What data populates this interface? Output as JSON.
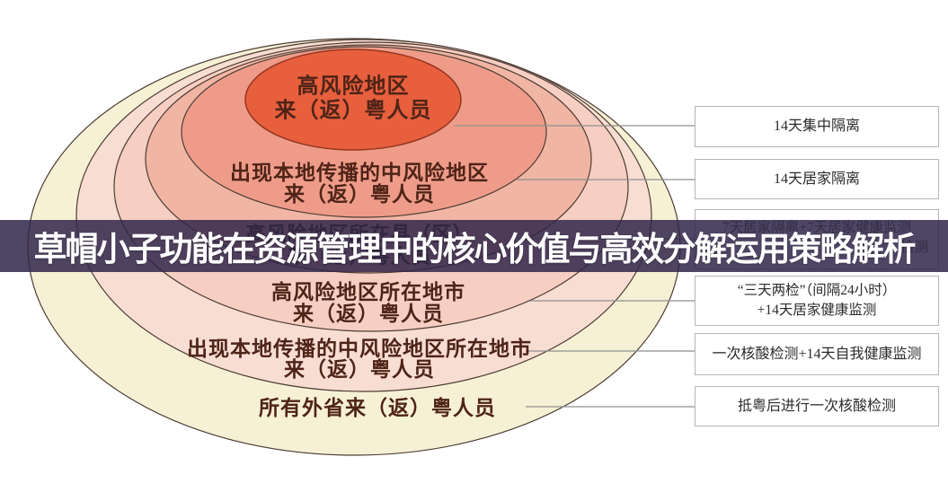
{
  "banner": {
    "text": "草帽小子功能在资源管理中的核心价值与高效分解运用策略解析"
  },
  "rings": [
    {
      "line1": "高风险地区",
      "line2": "来（返）粤人员",
      "fill": "#e75f3d"
    },
    {
      "line1": "出现本地传播的中风险地区",
      "line2": "来（返）粤人员",
      "fill": "#ee9c89"
    },
    {
      "line1": "高风险地区所在县（区）",
      "line2": "来（返）粤人员",
      "fill": "#f1b5a4"
    },
    {
      "line1": "高风险地区所在地市",
      "line2": "来（返）粤人员",
      "fill": "#f6cfc2"
    },
    {
      "line1": "出现本地传播的中风险地区所在地市",
      "line2": "来（返）粤人员",
      "fill": "#f8ddd2"
    },
    {
      "line1": "所有外省来（返）粤人员",
      "fill": "#f6f1d5"
    }
  ],
  "measures": [
    {
      "line1": "14天集中隔离"
    },
    {
      "line1": "14天居家隔离"
    },
    {
      "line1": "7天居家隔离+7天居家健康监测",
      "line2": "检测"
    },
    {
      "line1": "“三天两检”（间隔24小时）",
      "line2": "+14天居家健康监测"
    },
    {
      "line1": "一次核酸检测+14天自我健康监测"
    },
    {
      "line1": "抵粤后进行一次核酸检测"
    }
  ],
  "colors": {
    "overlay": "rgba(48,38,74,0.85)",
    "banner-text": "#ffffff",
    "ring-outline": "#4d3c34",
    "center-outline": "#94351f",
    "connector": "#8f8f8f",
    "box-border": "#b5b5b5",
    "box-text": "#2b2b2b",
    "ring-text": "#4f2418"
  }
}
